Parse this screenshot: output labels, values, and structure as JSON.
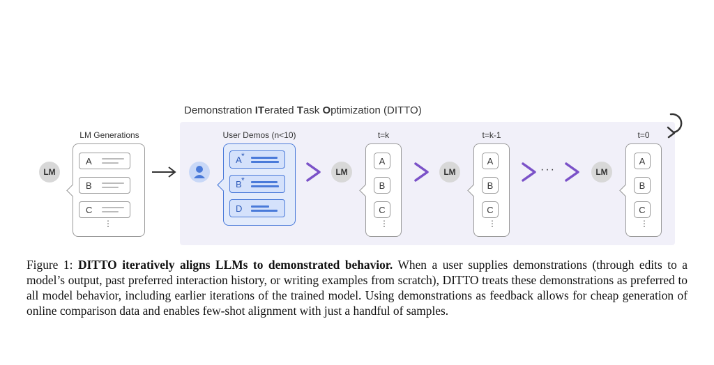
{
  "figure": {
    "title_prefix": "Demonstration ",
    "title_it": "IT",
    "title_mid1": "erated ",
    "title_t": "T",
    "title_mid2": "ask ",
    "title_o": "O",
    "title_suffix": "ptimization (DITTO)",
    "lm_label": "LM",
    "generations_label": "LM Generations",
    "demos_label": "User Demos (n<10)",
    "gen_items": [
      "A",
      "B",
      "C"
    ],
    "demo_items": [
      {
        "letter": "A",
        "star": "*"
      },
      {
        "letter": "B",
        "star": "*"
      },
      {
        "letter": "D",
        "star": ""
      }
    ],
    "steps": [
      {
        "label": "t=k",
        "items": [
          "A",
          "B",
          "C"
        ]
      },
      {
        "label": "t=k-1",
        "items": [
          "A",
          "B",
          "C"
        ]
      },
      {
        "label": "t=0",
        "items": [
          "A",
          "B",
          "C"
        ]
      }
    ],
    "ellipsis_vertical": "⋮",
    "ellipsis_horizontal": "···",
    "colors": {
      "purple": "#7b52c8",
      "blue": "#4a7ad9",
      "panel": "#f1f0f9"
    }
  },
  "caption": {
    "prefix": "Figure 1: ",
    "bold": "DITTO iteratively aligns LLMs to demonstrated behavior.",
    "text": " When a user supplies demonstrations (through edits to a model’s output, past preferred interaction history, or writing examples from scratch), DITTO treats these demonstrations as preferred to all model behavior, including earlier iterations of the trained model. Using demonstrations as feedback allows for cheap generation of online comparison data and enables few-shot alignment with just a handful of samples."
  }
}
